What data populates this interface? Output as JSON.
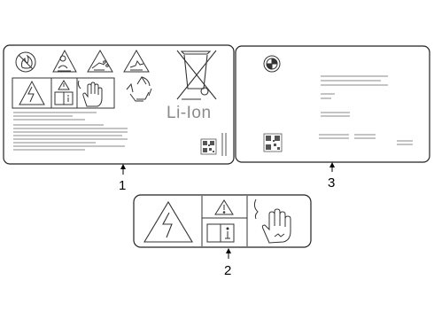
{
  "diagram": {
    "labels": [
      {
        "id": "label-1",
        "callout": "1",
        "battery_text": "Li-Ion"
      },
      {
        "id": "label-2",
        "callout": "2"
      },
      {
        "id": "label-3",
        "callout": "3"
      }
    ],
    "icons": {
      "label_1_top_row": [
        "no-fire-icon",
        "eye-protection-icon",
        "acid-splash-icon",
        "explosion-hazard-icon",
        "crossed-bin-icon"
      ],
      "label_1_second_row": [
        "high-voltage-icon",
        "warning-manual-icon",
        "glove-icon",
        "recycle-icon"
      ],
      "label_2": [
        "high-voltage-icon",
        "warning-triangle-icon",
        "manual-info-icon",
        "glove-icon"
      ],
      "label_3": [
        "brand-logo-icon",
        "qr-code-icon"
      ]
    }
  }
}
